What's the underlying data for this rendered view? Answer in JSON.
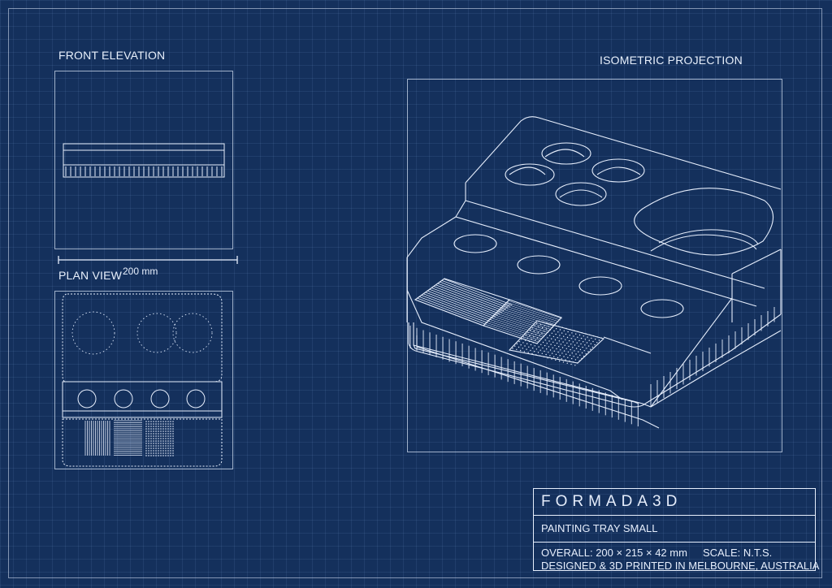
{
  "views": {
    "front_elevation": "FRONT ELEVATION",
    "plan_view": "PLAN VIEW",
    "isometric": "ISOMETRIC PROJECTION"
  },
  "dimension": {
    "label": "200 mm"
  },
  "title_block": {
    "brand": "FORMADA3D",
    "product": "PAINTING TRAY SMALL",
    "overall": "OVERALL: 200 × 215 × 42 mm",
    "scale": "SCALE: N.T.S.",
    "credit": "DESIGNED & 3D PRINTED IN MELBOURNE, AUSTRALIA"
  },
  "colors": {
    "background": "#14305c",
    "line": "#e6eefc",
    "grid": "#3e5f8f"
  }
}
